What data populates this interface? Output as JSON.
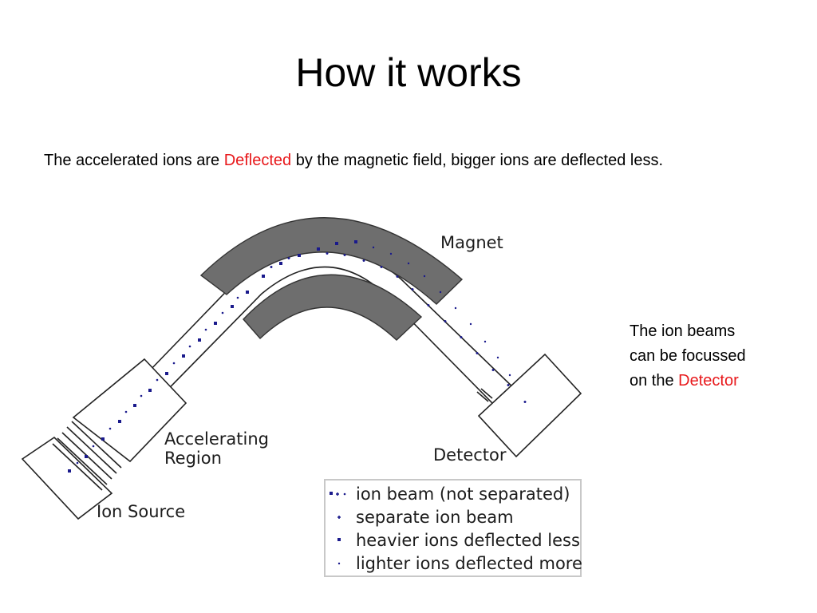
{
  "slide": {
    "title": "How it works",
    "intro_before": "The accelerated ions are ",
    "intro_highlight": "Deflected",
    "intro_after": " by the magnetic field, bigger ions are deflected less.",
    "note_line1": "The ion beams",
    "note_line2": "can be focussed",
    "note_line3_before": "on the ",
    "note_line3_highlight": "Detector",
    "highlight_color": "#e8181b"
  },
  "diagram": {
    "magnet_label": "Magnet",
    "accelerating_label_line1": "Accelerating",
    "accelerating_label_line2": "Region",
    "ion_source_label": "Ion Source",
    "detector_label": "Detector",
    "magnet_color": "#6e6e6e",
    "beam_color": "#1a1a8c"
  },
  "legend": {
    "items": [
      "ion beam (not separated)",
      "separate ion beam",
      "heavier ions deflected less",
      "lighter ions deflected more"
    ]
  }
}
